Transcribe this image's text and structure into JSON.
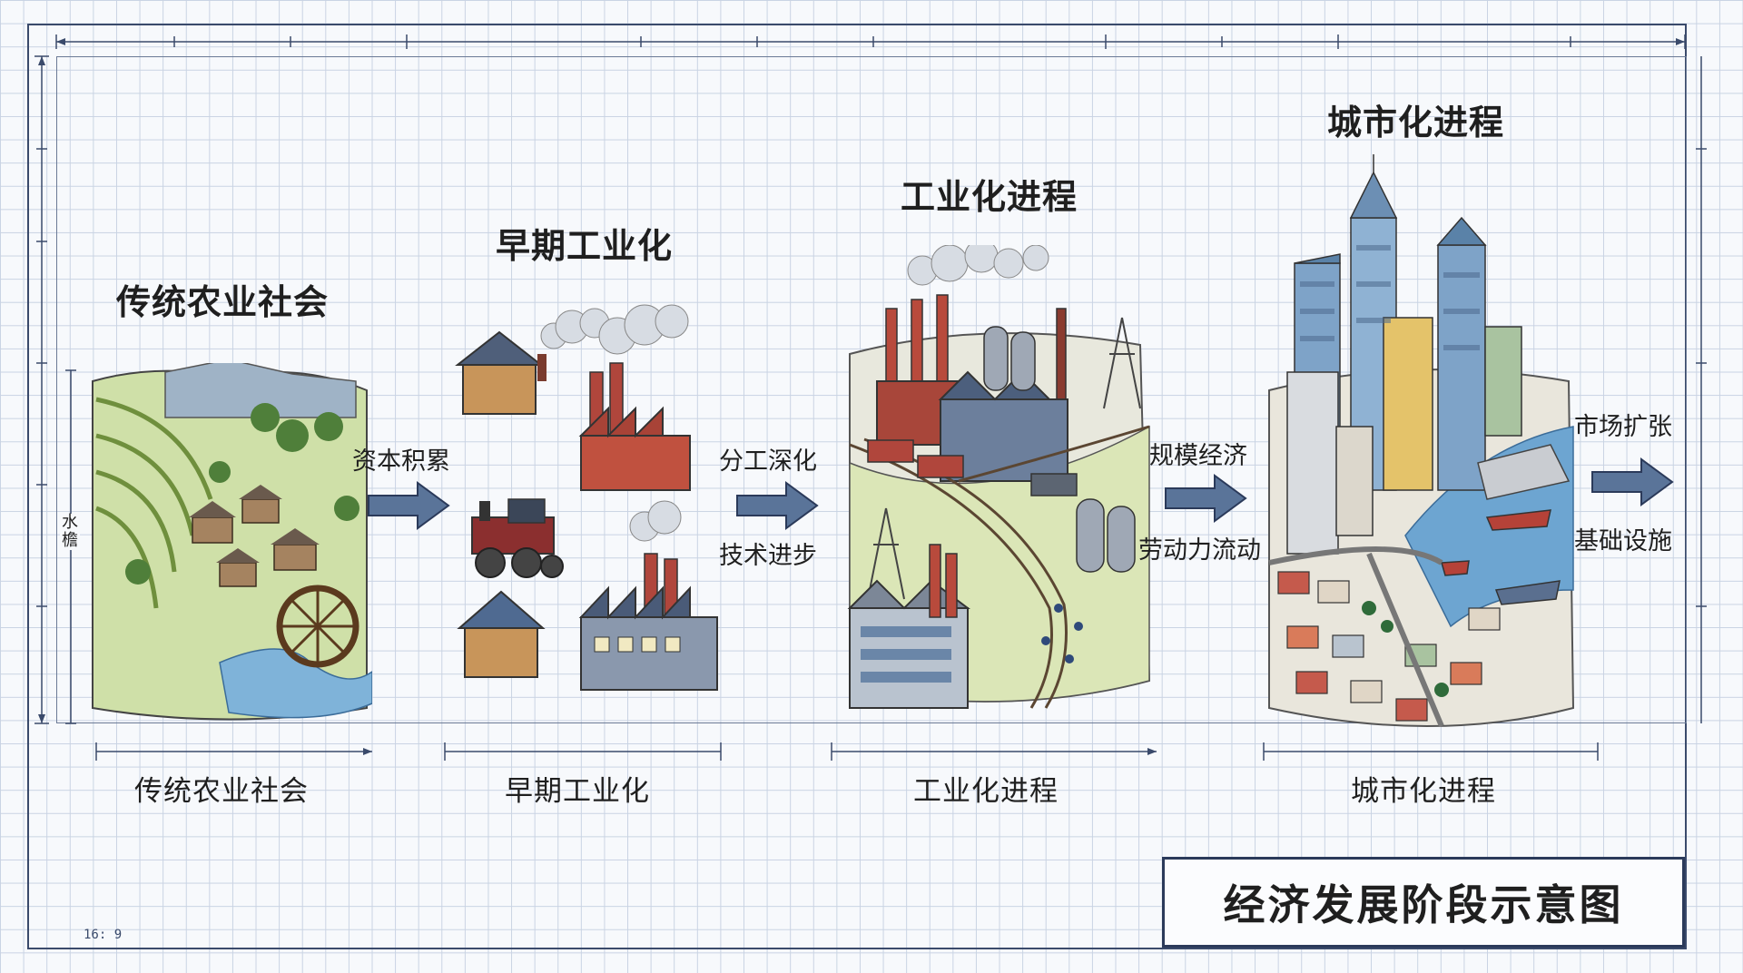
{
  "stages": [
    {
      "heading": "传统农业社会",
      "caption": "传统农业社会"
    },
    {
      "heading": "早期工业化",
      "caption": "早期工业化"
    },
    {
      "heading": "工业化进程",
      "caption": "工业化进程"
    },
    {
      "heading": "城市化进程",
      "caption": "城市化进程"
    }
  ],
  "transitions": [
    {
      "labels": [
        "资本积累"
      ]
    },
    {
      "labels": [
        "分工深化",
        "技术进步"
      ]
    },
    {
      "labels": [
        "规模经济",
        "劳动力流动"
      ]
    },
    {
      "labels": [
        "市场扩张",
        "基础设施"
      ]
    }
  ],
  "side_label": "水 檐",
  "aspect_ratio": "16: 9",
  "title": "经济发展阶段示意图",
  "colors": {
    "arrow": "#5a7499",
    "frame": "#3a4a6b",
    "grid": "#c9d3e3"
  }
}
